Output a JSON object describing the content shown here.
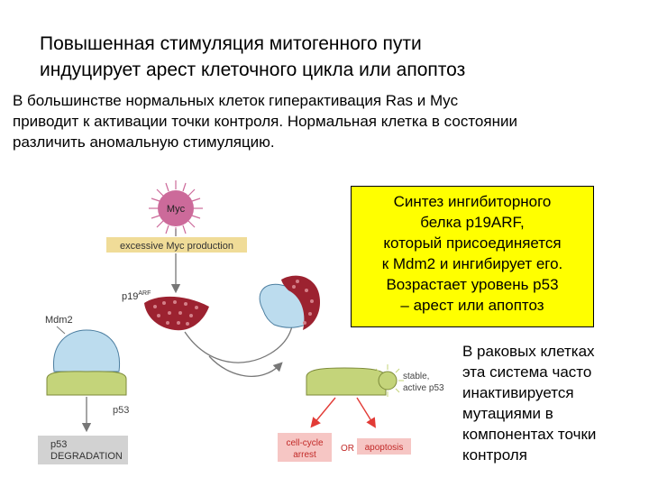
{
  "title": {
    "line1": "Повышенная стимуляция митогенного пути",
    "line2": "индуцирует арест клеточного цикла или апоптоз"
  },
  "intro": {
    "line1": "В большинстве нормальных клеток гиперактивация Ras и Myc",
    "line2": "приводит к активации точки контроля. Нормальная клетка в состоянии",
    "line3": "различить  аномальную стимуляцию."
  },
  "callout": {
    "line1": "Синтез ингибиторного",
    "line2": "белка p19ARF,",
    "line3": "который присоединяется",
    "line4": "к Mdm2 и ингибирует его.",
    "line5": "Возрастает уровень p53",
    "line6": "– арест или апоптоз"
  },
  "side_note": {
    "line1": "В раковых клетках",
    "line2": "эта система часто",
    "line3": "инактивируется",
    "line4": "мутациями в",
    "line5": "компонентах точки",
    "line6": "контроля"
  },
  "diagram": {
    "myc": "Myc",
    "excessive": "excessive Myc production",
    "p19": "p19",
    "p19_sup": "ARF",
    "mdm2": "Mdm2",
    "p53": "p53",
    "degradation_1": "p53",
    "degradation_2": "DEGRADATION",
    "stable_1": "stable,",
    "stable_2": "active p53",
    "arrest_1": "cell-cycle",
    "arrest_2": "arrest",
    "or": "OR",
    "apoptosis": "apoptosis",
    "colors": {
      "myc": "#cc6a9a",
      "banner": "#f0dc98",
      "mdm2": "#bcdcee",
      "p53": "#c4d47a",
      "p19": "#9c2230",
      "arrest_bg": "#f6c6c4",
      "arrow_red": "#e23b36",
      "degradation_bg": "#d2d2d2"
    }
  }
}
